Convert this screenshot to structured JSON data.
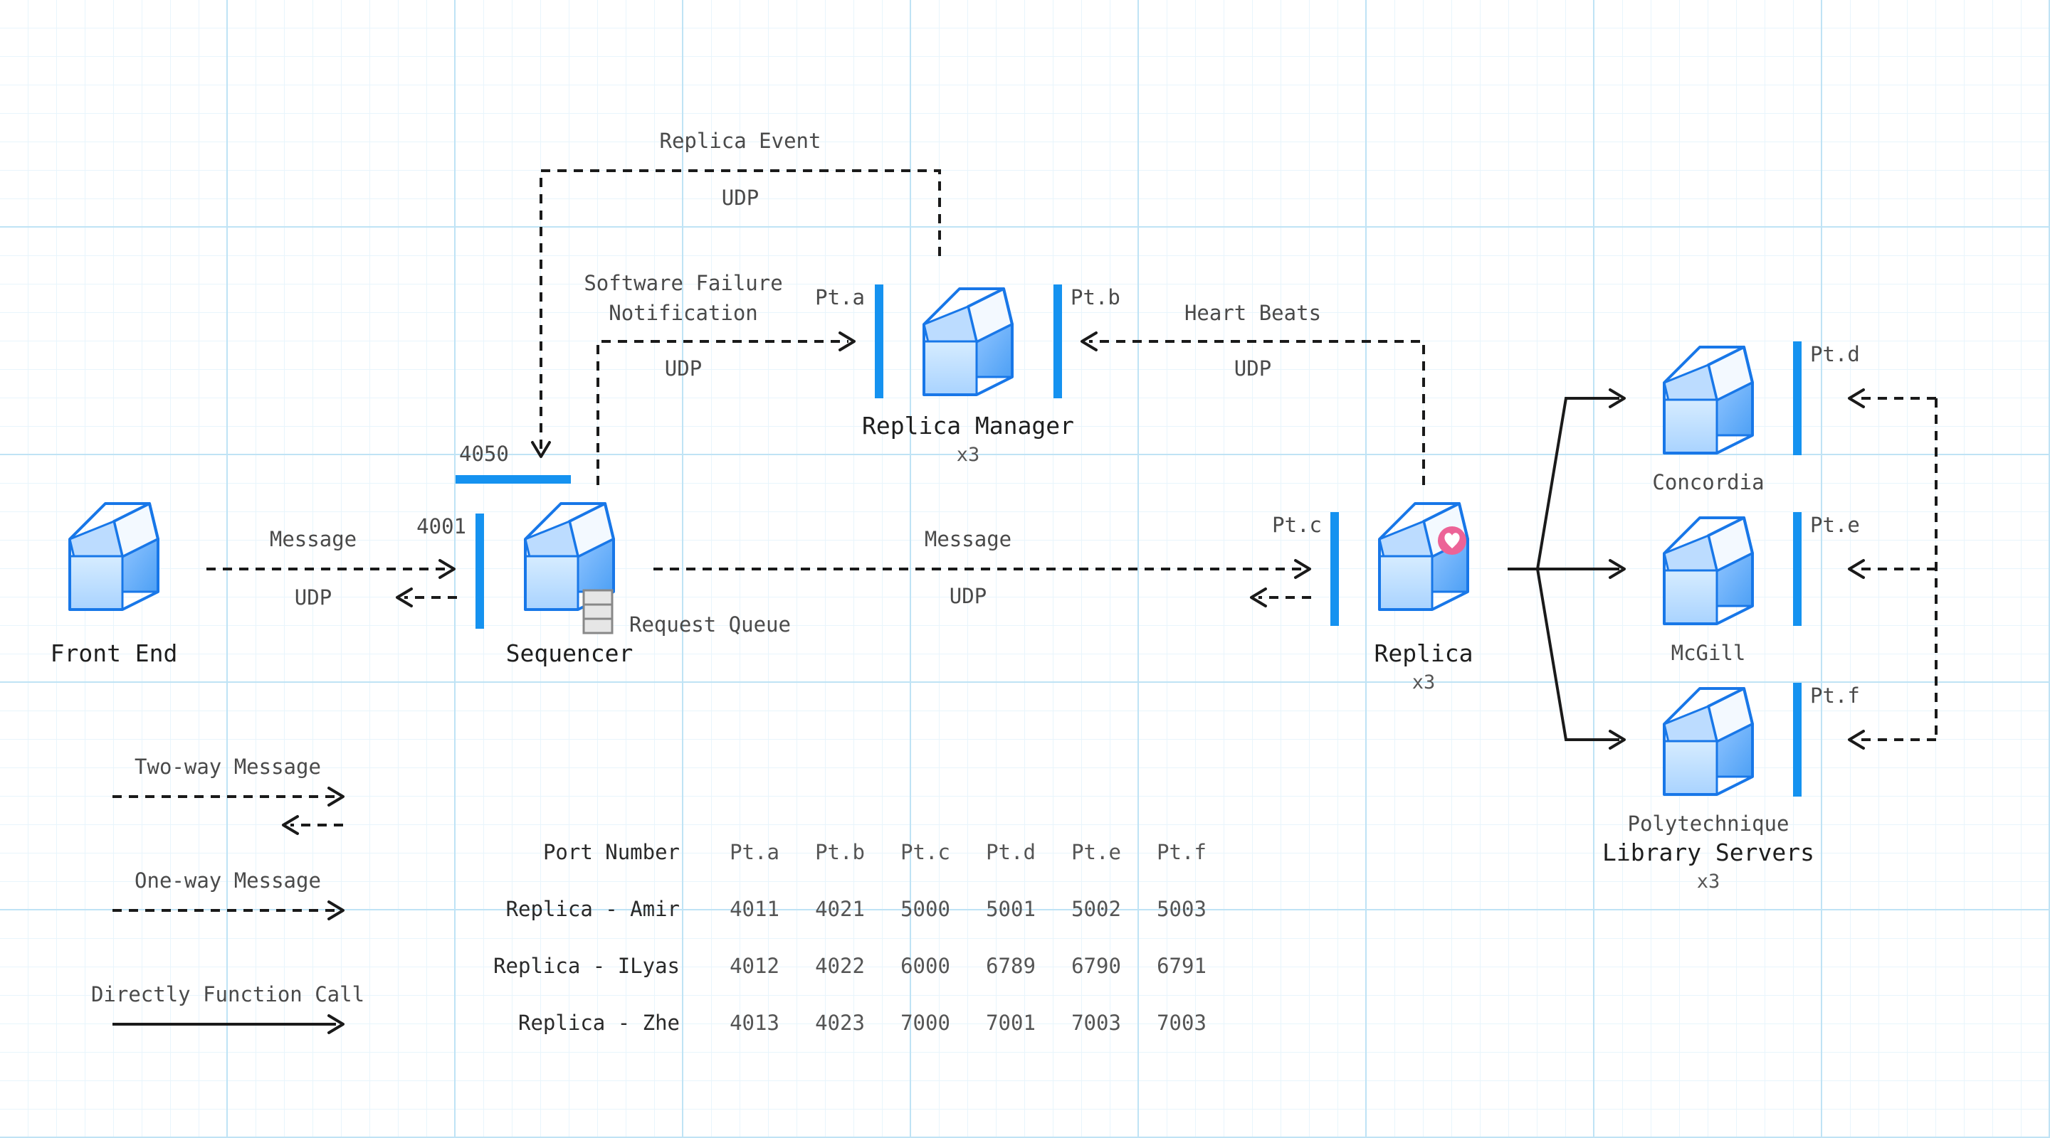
{
  "nodes": {
    "front_end": {
      "title": "Front End"
    },
    "sequencer": {
      "title": "Sequencer",
      "queue_label": "Request Queue"
    },
    "replica_manager": {
      "title": "Replica Manager",
      "count": "x3"
    },
    "replica": {
      "title": "Replica",
      "count": "x3"
    },
    "library_servers": {
      "title": "Library Servers",
      "count": "x3",
      "servers": [
        "Concordia",
        "McGill",
        "Polytechnique"
      ]
    }
  },
  "ports": {
    "sequencer_in": "4001",
    "sequencer_top": "4050",
    "a": "Pt.a",
    "b": "Pt.b",
    "c": "Pt.c",
    "d": "Pt.d",
    "e": "Pt.e",
    "f": "Pt.f"
  },
  "edges": {
    "fe_to_seq": {
      "label": "Message",
      "protocol": "UDP"
    },
    "seq_to_replica": {
      "label": "Message",
      "protocol": "UDP"
    },
    "seq_to_rm": {
      "label_line1": "Software Failure",
      "label_line2": "Notification",
      "protocol": "UDP"
    },
    "rm_to_seq": {
      "label": "Replica Event",
      "protocol": "UDP"
    },
    "replica_to_rm": {
      "label": "Heart Beats",
      "protocol": "UDP"
    }
  },
  "legend": {
    "two_way": "Two-way Message",
    "one_way": "One-way Message",
    "direct": "Directly Function Call"
  },
  "port_table": {
    "header": "Port Number",
    "columns": [
      "Pt.a",
      "Pt.b",
      "Pt.c",
      "Pt.d",
      "Pt.e",
      "Pt.f"
    ],
    "rows": [
      {
        "name": "Replica - Amir",
        "values": [
          "4011",
          "4021",
          "5000",
          "5001",
          "5002",
          "5003"
        ]
      },
      {
        "name": "Replica - ILyas",
        "values": [
          "4012",
          "4022",
          "6000",
          "6789",
          "6790",
          "6791"
        ]
      },
      {
        "name": "Replica - Zhe",
        "values": [
          "4013",
          "4023",
          "7000",
          "7001",
          "7003",
          "7003"
        ]
      }
    ]
  },
  "colors": {
    "port_bar": "#1592f0",
    "cube_stroke": "#1877e8",
    "grid_major": "#bfe3f5",
    "heart_badge": "#ec6397"
  },
  "icons": [
    "cube-icon",
    "request-queue-icon",
    "heart-icon"
  ]
}
